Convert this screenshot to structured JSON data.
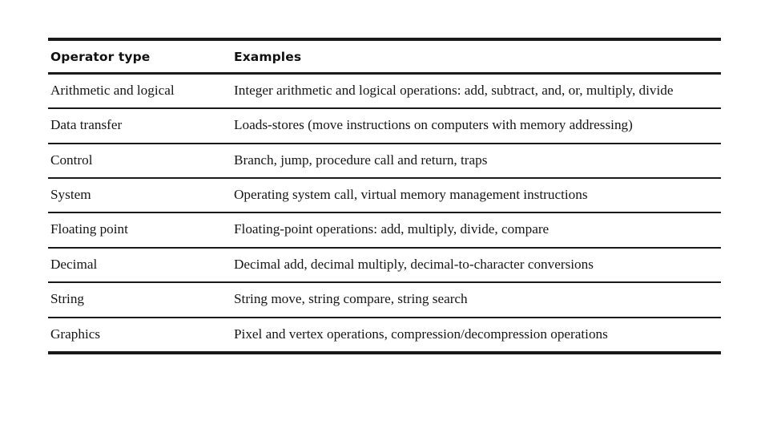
{
  "table": {
    "columns": [
      "Operator type",
      "Examples"
    ],
    "rows": [
      {
        "type": "Arithmetic and logical",
        "examples": "Integer arithmetic and logical operations: add, subtract, and, or, multiply, divide"
      },
      {
        "type": "Data transfer",
        "examples": "Loads-stores (move instructions on computers with memory addressing)"
      },
      {
        "type": "Control",
        "examples": "Branch, jump, procedure call and return, traps"
      },
      {
        "type": "System",
        "examples": "Operating system call, virtual memory management instructions"
      },
      {
        "type": "Floating point",
        "examples": "Floating-point operations: add, multiply, divide, compare"
      },
      {
        "type": "Decimal",
        "examples": "Decimal add, decimal multiply, decimal-to-character conversions"
      },
      {
        "type": "String",
        "examples": "String move, string compare, string search"
      },
      {
        "type": "Graphics",
        "examples": "Pixel and vertex operations, compression/decompression operations"
      }
    ]
  },
  "colors": {
    "rule": "#1a1a1a",
    "text": "#161616",
    "background": "#ffffff"
  }
}
